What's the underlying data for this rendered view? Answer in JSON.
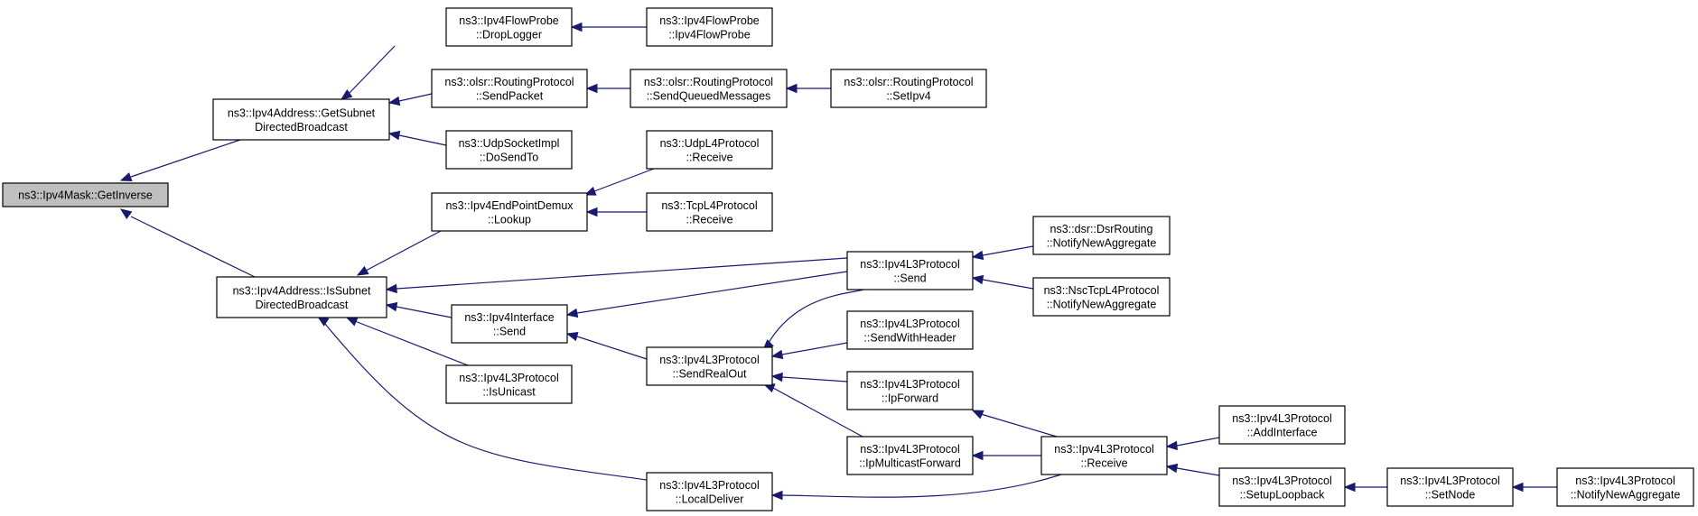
{
  "diagram": {
    "nodes": [
      {
        "id": "n0",
        "lines": [
          "ns3::Ipv4Mask::GetInverse"
        ]
      },
      {
        "id": "n1",
        "lines": [
          "ns3::Ipv4Address::GetSubnet",
          "DirectedBroadcast"
        ]
      },
      {
        "id": "n2",
        "lines": [
          "ns3::Ipv4Address::IsSubnet",
          "DirectedBroadcast"
        ]
      },
      {
        "id": "n3",
        "lines": [
          "ns3::Ipv4FlowProbe",
          "::DropLogger"
        ]
      },
      {
        "id": "n4",
        "lines": [
          "ns3::Ipv4FlowProbe",
          "::Ipv4FlowProbe"
        ]
      },
      {
        "id": "n5",
        "lines": [
          "ns3::olsr::RoutingProtocol",
          "::SendPacket"
        ]
      },
      {
        "id": "n6",
        "lines": [
          "ns3::olsr::RoutingProtocol",
          "::SendQueuedMessages"
        ]
      },
      {
        "id": "n7",
        "lines": [
          "ns3::olsr::RoutingProtocol",
          "::SetIpv4"
        ]
      },
      {
        "id": "n8",
        "lines": [
          "ns3::UdpSocketImpl",
          "::DoSendTo"
        ]
      },
      {
        "id": "n9",
        "lines": [
          "ns3::Ipv4EndPointDemux",
          "::Lookup"
        ]
      },
      {
        "id": "n10",
        "lines": [
          "ns3::UdpL4Protocol",
          "::Receive"
        ]
      },
      {
        "id": "n11",
        "lines": [
          "ns3::TcpL4Protocol",
          "::Receive"
        ]
      },
      {
        "id": "n12",
        "lines": [
          "ns3::Ipv4Interface",
          "::Send"
        ]
      },
      {
        "id": "n13",
        "lines": [
          "ns3::Ipv4L3Protocol",
          "::IsUnicast"
        ]
      },
      {
        "id": "n14",
        "lines": [
          "ns3::Ipv4L3Protocol",
          "::LocalDeliver"
        ]
      },
      {
        "id": "n15",
        "lines": [
          "ns3::Ipv4L3Protocol",
          "::SendRealOut"
        ]
      },
      {
        "id": "n16",
        "lines": [
          "ns3::Ipv4L3Protocol",
          "::Send"
        ]
      },
      {
        "id": "n17",
        "lines": [
          "ns3::Ipv4L3Protocol",
          "::SendWithHeader"
        ]
      },
      {
        "id": "n18",
        "lines": [
          "ns3::Ipv4L3Protocol",
          "::IpForward"
        ]
      },
      {
        "id": "n19",
        "lines": [
          "ns3::Ipv4L3Protocol",
          "::IpMulticastForward"
        ]
      },
      {
        "id": "n20",
        "lines": [
          "ns3::dsr::DsrRouting",
          "::NotifyNewAggregate"
        ]
      },
      {
        "id": "n21",
        "lines": [
          "ns3::NscTcpL4Protocol",
          "::NotifyNewAggregate"
        ]
      },
      {
        "id": "n22",
        "lines": [
          "ns3::Ipv4L3Protocol",
          "::Receive"
        ]
      },
      {
        "id": "n23",
        "lines": [
          "ns3::Ipv4L3Protocol",
          "::AddInterface"
        ]
      },
      {
        "id": "n24",
        "lines": [
          "ns3::Ipv4L3Protocol",
          "::SetupLoopback"
        ]
      },
      {
        "id": "n25",
        "lines": [
          "ns3::Ipv4L3Protocol",
          "::SetNode"
        ]
      },
      {
        "id": "n26",
        "lines": [
          "ns3::Ipv4L3Protocol",
          "::NotifyNewAggregate"
        ]
      }
    ],
    "edges": [
      {
        "from": "n1",
        "to": "n0"
      },
      {
        "from": "n2",
        "to": "n0"
      },
      {
        "from": "n3",
        "to": "n1"
      },
      {
        "from": "n5",
        "to": "n1"
      },
      {
        "from": "n8",
        "to": "n1"
      },
      {
        "from": "n4",
        "to": "n3"
      },
      {
        "from": "n6",
        "to": "n5"
      },
      {
        "from": "n7",
        "to": "n6"
      },
      {
        "from": "n9",
        "to": "n2"
      },
      {
        "from": "n16",
        "to": "n2"
      },
      {
        "from": "n12",
        "to": "n2"
      },
      {
        "from": "n13",
        "to": "n2"
      },
      {
        "from": "n14",
        "to": "n2"
      },
      {
        "from": "n10",
        "to": "n9"
      },
      {
        "from": "n11",
        "to": "n9"
      },
      {
        "from": "n16",
        "to": "n12"
      },
      {
        "from": "n15",
        "to": "n12"
      },
      {
        "from": "n16",
        "to": "n15"
      },
      {
        "from": "n17",
        "to": "n15"
      },
      {
        "from": "n18",
        "to": "n15"
      },
      {
        "from": "n19",
        "to": "n15"
      },
      {
        "from": "n20",
        "to": "n16"
      },
      {
        "from": "n21",
        "to": "n16"
      },
      {
        "from": "n22",
        "to": "n18"
      },
      {
        "from": "n22",
        "to": "n19"
      },
      {
        "from": "n22",
        "to": "n14"
      },
      {
        "from": "n23",
        "to": "n22"
      },
      {
        "from": "n24",
        "to": "n22"
      },
      {
        "from": "n25",
        "to": "n24"
      },
      {
        "from": "n26",
        "to": "n25"
      }
    ],
    "colors": {
      "edge": "#191970",
      "root_fill": "#bfbfbf",
      "node_fill": "#ffffff",
      "node_stroke": "#000000"
    }
  }
}
